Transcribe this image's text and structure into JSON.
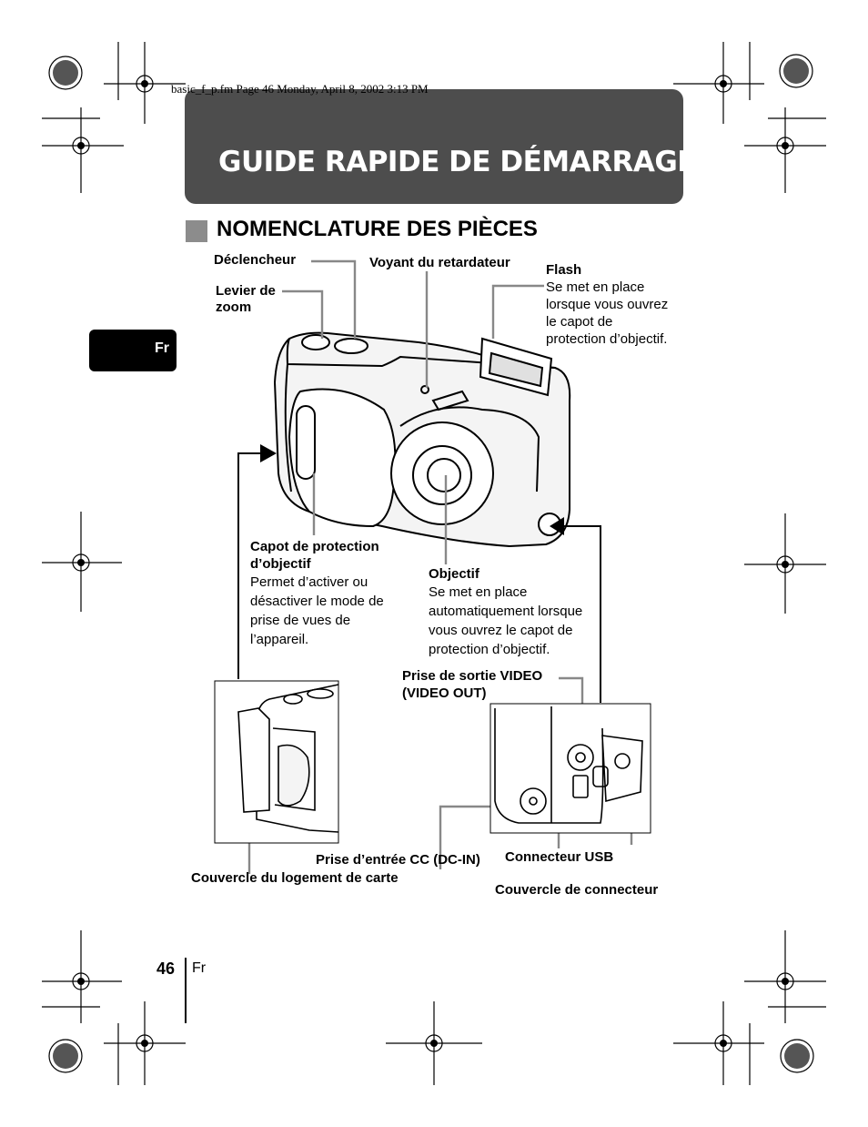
{
  "header_meta": "basic_f_p.fm  Page 46  Monday, April 8, 2002  3:13 PM",
  "banner_title": "GUIDE RAPIDE DE DÉMARRAGE",
  "section_title": "NOMENCLATURE DES PIÈCES",
  "lang_tab": "Fr",
  "labels": {
    "declencheur": "Déclencheur",
    "voyant": "Voyant du retardateur",
    "levier_1": "Levier de",
    "levier_2": "zoom",
    "flash_title": "Flash",
    "flash_desc": [
      "Se met en place",
      "lorsque vous ouvrez",
      "le capot de",
      "protection d’objectif."
    ],
    "capot_title_1": "Capot de protection",
    "capot_title_2": "d’objectif",
    "capot_desc": [
      "Permet d’activer ou",
      "désactiver le mode de",
      "prise de vues de",
      "l’appareil."
    ],
    "objectif_title": "Objectif",
    "objectif_desc": [
      "Se met en place",
      "automatiquement lorsque",
      "vous ouvrez le capot de",
      "protection d’objectif."
    ],
    "video_1": "Prise de sortie VIDEO",
    "video_2": "(VIDEO OUT)",
    "dcin": "Prise d’entrée CC (DC-IN)",
    "usb": "Connecteur USB",
    "carte": "Couvercle du logement de carte",
    "couvercle_conn": "Couvercle de connecteur"
  },
  "footer": {
    "page_number": "46",
    "lang": "Fr"
  }
}
